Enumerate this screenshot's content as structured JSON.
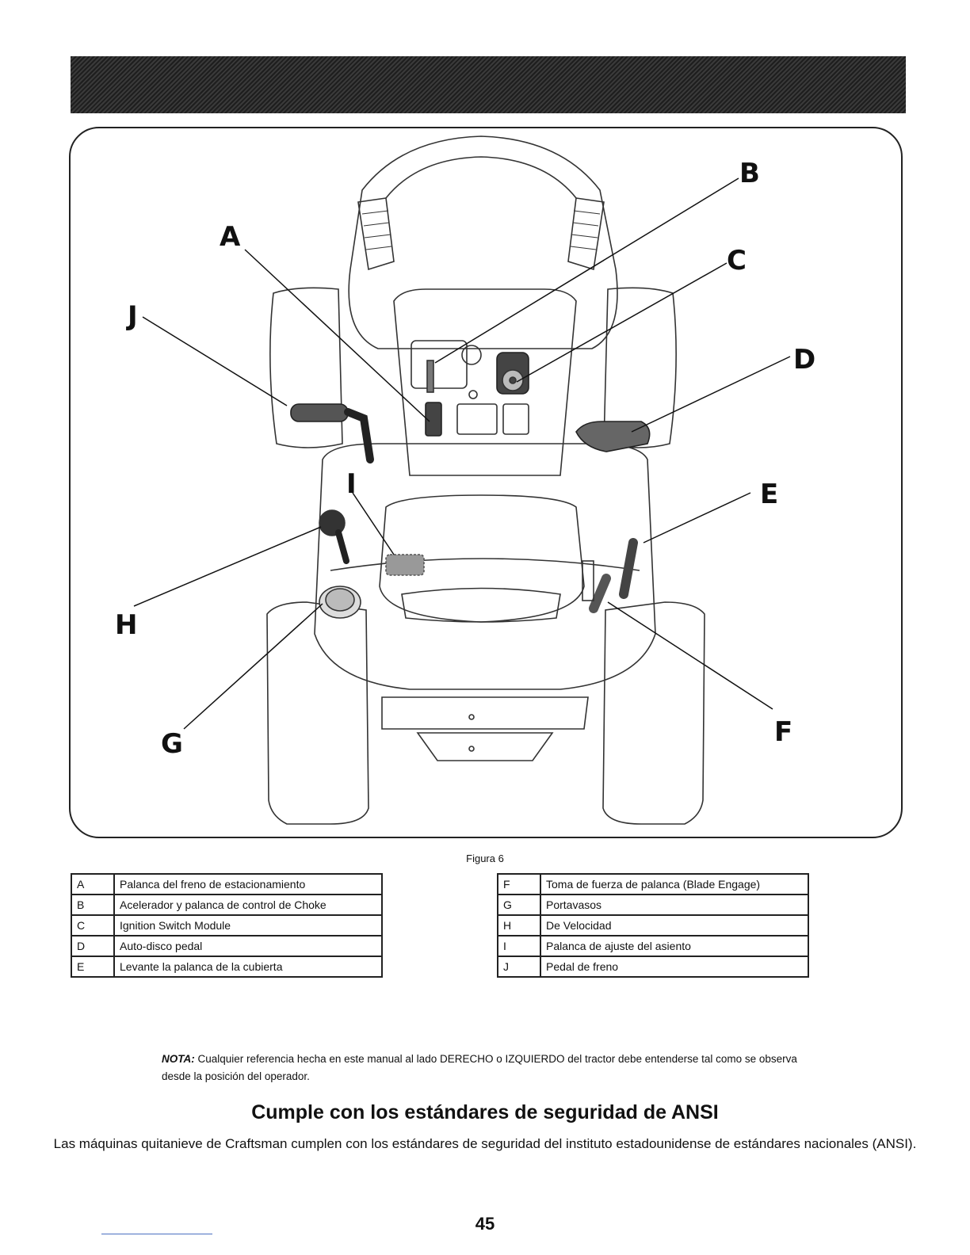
{
  "figure": {
    "caption": "Figura 6",
    "callouts": [
      "A",
      "B",
      "C",
      "D",
      "E",
      "F",
      "G",
      "H",
      "I",
      "J"
    ]
  },
  "legend_left": [
    {
      "key": "A",
      "label": "Palanca del freno de estacionamiento"
    },
    {
      "key": "B",
      "label": "Acelerador y palanca de control de Choke"
    },
    {
      "key": "C",
      "label": "Ignition Switch Module"
    },
    {
      "key": "D",
      "label": "Auto-disco pedal"
    },
    {
      "key": "E",
      "label": "Levante la palanca de la cubierta"
    }
  ],
  "legend_right": [
    {
      "key": "F",
      "label": "Toma de fuerza de palanca (Blade Engage)"
    },
    {
      "key": "G",
      "label": "Portavasos"
    },
    {
      "key": "H",
      "label": "De Velocidad"
    },
    {
      "key": "I",
      "label": "Palanca de ajuste del asiento"
    },
    {
      "key": "J",
      "label": "Pedal de freno"
    }
  ],
  "note": {
    "label": "NOTA:",
    "text": "Cualquier referencia hecha en este manual al lado DERECHO o IZQUIERDO del tractor debe entenderse tal como se observa desde la posición del operador."
  },
  "section": {
    "heading": "Cumple con los estándares de seguridad de ANSI",
    "body": "Las máquinas quitanieve de Craftsman cumplen con los estándares de seguridad del instituto estadounidense de estándares nacionales (ANSI)."
  },
  "page_number": "45"
}
